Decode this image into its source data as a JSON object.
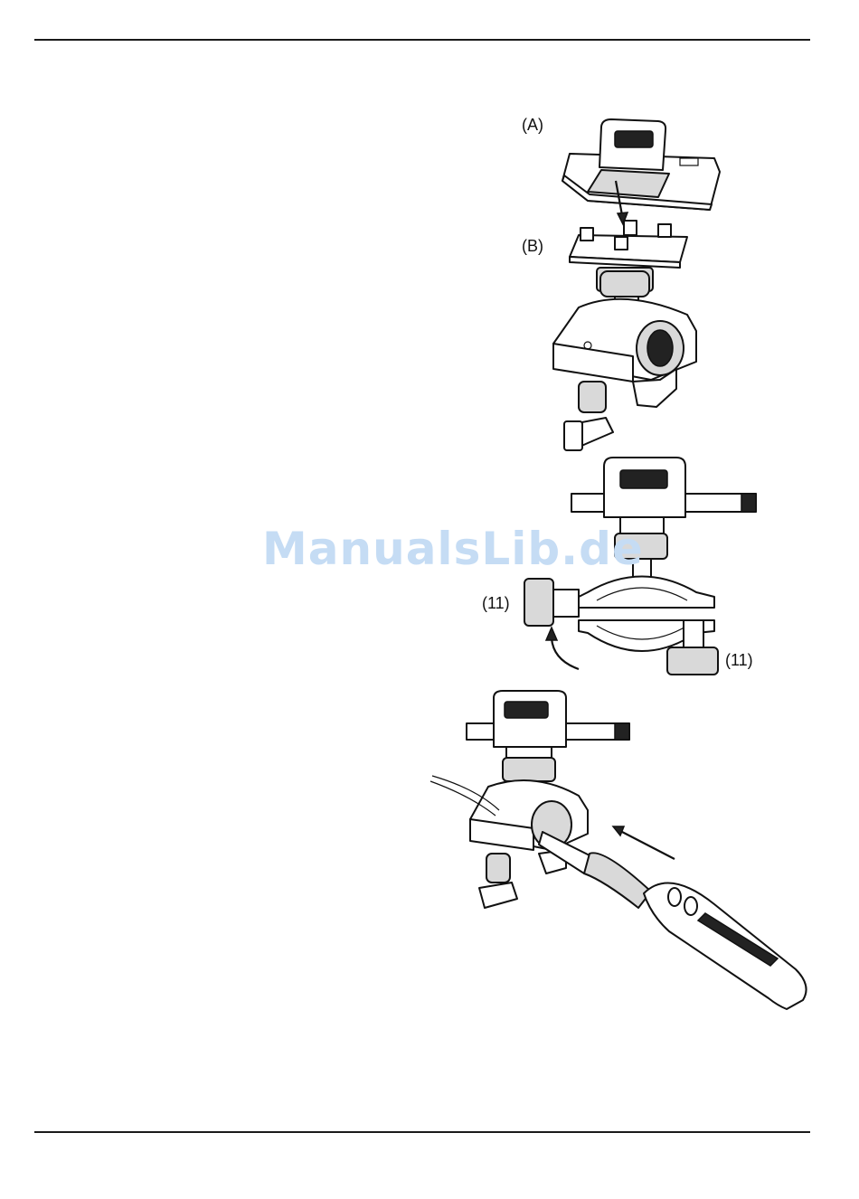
{
  "watermark": "ManualsLib.de",
  "figure1": {
    "label_a": "(A)",
    "label_b": "(B)"
  },
  "figure2": {
    "label_left": "(11)",
    "label_right": "(11)"
  },
  "colors": {
    "line": "#111111",
    "watermark": "#c5dcf4",
    "rule": "#1a1a1a"
  }
}
